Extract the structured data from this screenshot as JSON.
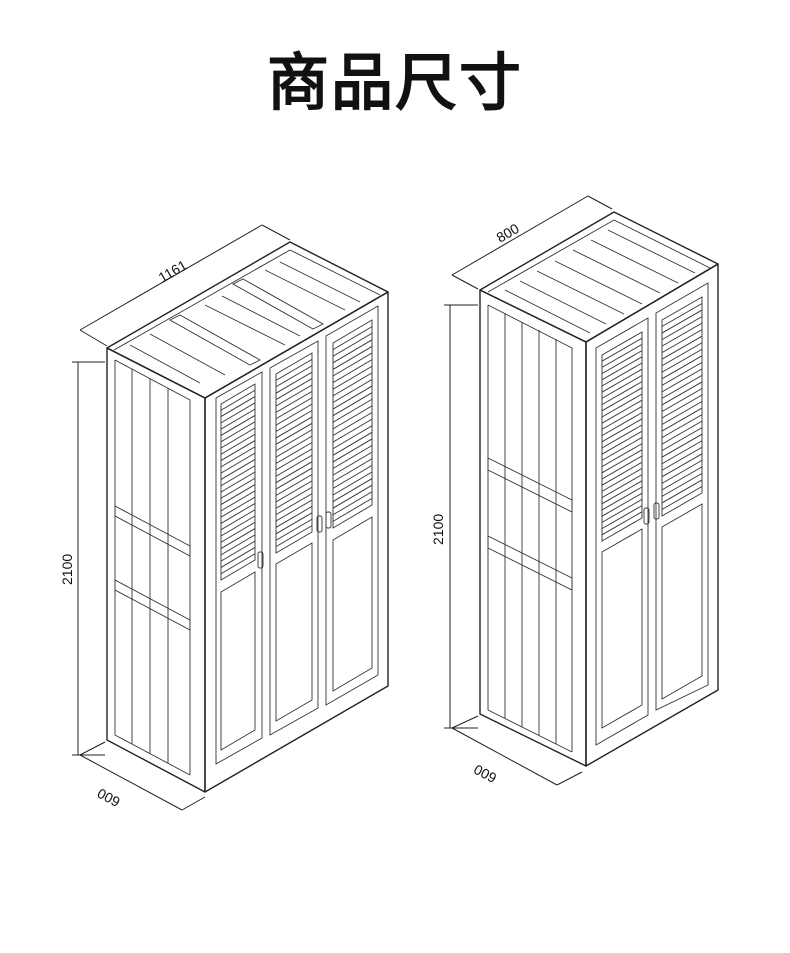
{
  "title": "商品尺寸",
  "wardrobe_large": {
    "width": "1161",
    "height": "2100",
    "depth": "600"
  },
  "wardrobe_small": {
    "width": "800",
    "height": "2100",
    "depth": "600"
  }
}
